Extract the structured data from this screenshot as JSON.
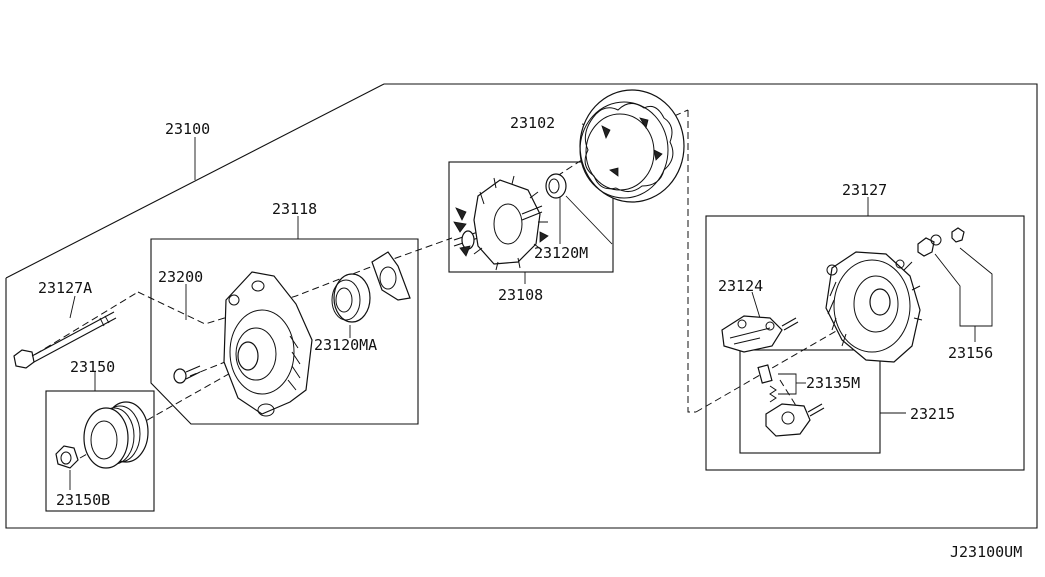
{
  "diagram_code": "J23100UM",
  "part_labels": {
    "p23100": "23100",
    "p23102": "23102",
    "p23118": "23118",
    "p23127": "23127",
    "p23127A": "23127A",
    "p23200": "23200",
    "p23120M": "23120M",
    "p23108": "23108",
    "p23124": "23124",
    "p23120MA": "23120MA",
    "p23156": "23156",
    "p23150": "23150",
    "p23135M": "23135M",
    "p23215": "23215",
    "p23150B": "23150B"
  }
}
